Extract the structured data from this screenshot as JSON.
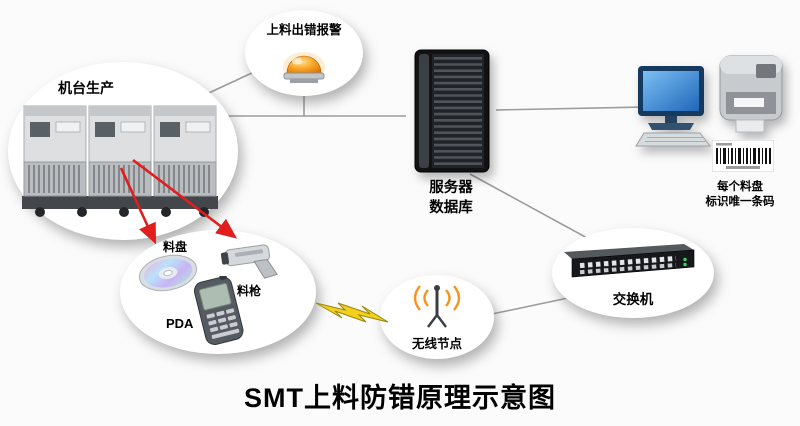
{
  "title": "SMT上料防错原理示意图",
  "nodes": {
    "alarm": {
      "label": "上料出错报警"
    },
    "machines": {
      "label": "机台生产"
    },
    "server": {
      "label_line1": "服务器",
      "label_line2": "数据库"
    },
    "workstation": {
      "caption_line1": "每个料盘",
      "caption_line2": "标识唯一条码"
    },
    "handheld": {
      "reel_label": "料盘",
      "gun_label": "料枪",
      "pda_label": "PDA"
    },
    "wireless": {
      "label": "无线节点"
    },
    "switch": {
      "label": "交换机"
    }
  },
  "colors": {
    "background": "#fbfbfb",
    "connector": "#9c9c9c",
    "arrow_red": "#e11d1d",
    "lightning_yellow": "#f3cf1e",
    "beacon_orange": "#f9a825",
    "antenna_wave_orange": "#f7941d"
  }
}
